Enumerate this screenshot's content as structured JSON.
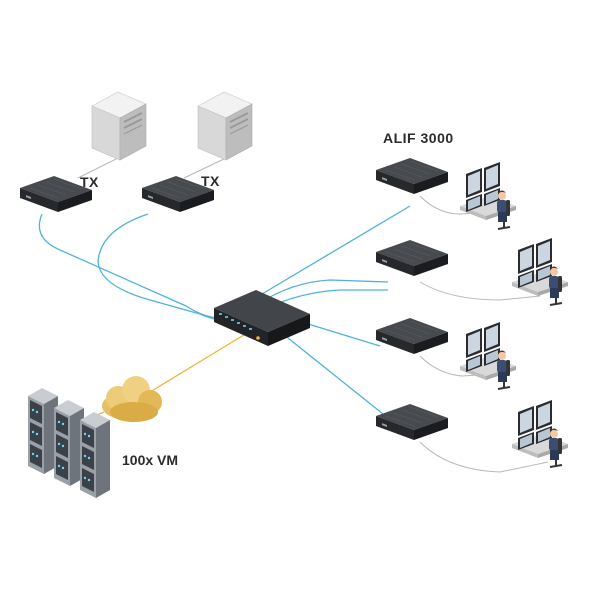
{
  "labels": {
    "tx_left": "TX",
    "tx_right": "TX",
    "receiver_model": "ALIF 3000",
    "vm_count": "100x VM"
  },
  "colors": {
    "fiber": "#4fb2da",
    "copper": "#f0b43a",
    "wire": "#b5b5b5",
    "device": "#2e3034",
    "cloud": "#e7c065",
    "server_rack": "#8e939a",
    "operator_suit": "#3b4d73"
  },
  "icons": [
    "pc-tower-icon",
    "transmitter-icon",
    "switch-icon",
    "receiver-icon",
    "workstation-icon",
    "operator-icon",
    "cloud-icon",
    "server-rack-icon"
  ]
}
